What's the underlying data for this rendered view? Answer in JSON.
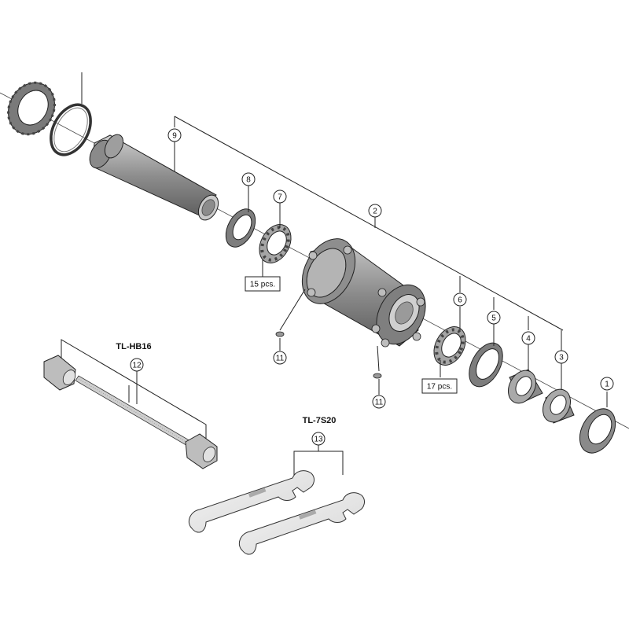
{
  "callouts": {
    "c1": "1",
    "c2": "2",
    "c3": "3",
    "c4": "4",
    "c5": "5",
    "c6": "6",
    "c7": "7",
    "c8": "8",
    "c9": "9",
    "c11a": "11",
    "c11b": "11",
    "c12": "12",
    "c13": "13"
  },
  "labels": {
    "qty_left": "15 pcs.",
    "qty_right": "17 pcs.",
    "tool_hub": "TL-HB16",
    "tool_wrench": "TL-7S20"
  },
  "colors": {
    "part_fill": "#9a9a9a",
    "part_dark": "#6e6e6e",
    "part_light": "#c8c8c8",
    "line": "#222222"
  }
}
